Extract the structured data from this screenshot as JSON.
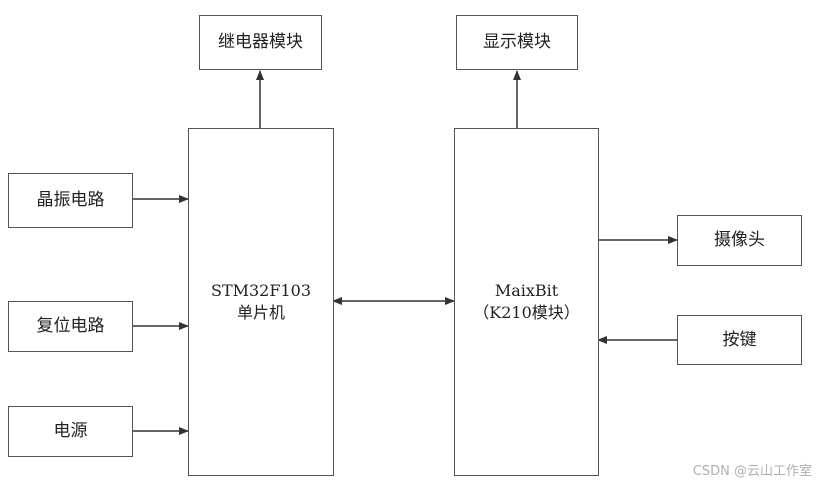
{
  "blocks": {
    "relay": "继电器模块",
    "display": "显示模块",
    "crystal": "晶振电路",
    "reset": "复位电路",
    "power": "电源",
    "mcu_line1": "STM32F103",
    "mcu_line2": "单片机",
    "k210_line1": "MaixBit",
    "k210_line2": "（K210模块）",
    "camera": "摄像头",
    "keys": "按键"
  },
  "watermark": "CSDN @云山工作室",
  "colors": {
    "line": "#333333",
    "border": "#555555"
  }
}
